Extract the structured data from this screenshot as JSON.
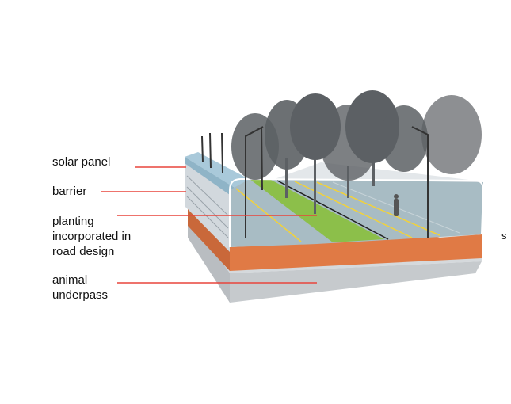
{
  "labels": {
    "solar_panel": "solar panel",
    "barrier": "barrier",
    "planting": "planting\nincorporated in\nroad design",
    "animal_underpass": "animal\nunderpass"
  },
  "edge_text": "s",
  "colors": {
    "leader_line": "#e8453c",
    "solar_panel": "#a9c9da",
    "barrier": "#d7dde2",
    "road": "#a8bcc4",
    "planting_strip": "#8cbf4a",
    "earth_layer": "#e07a45",
    "underpass": "#c9cdd1",
    "lane_marking": "#f2d23a",
    "tree": "#5c6064"
  }
}
